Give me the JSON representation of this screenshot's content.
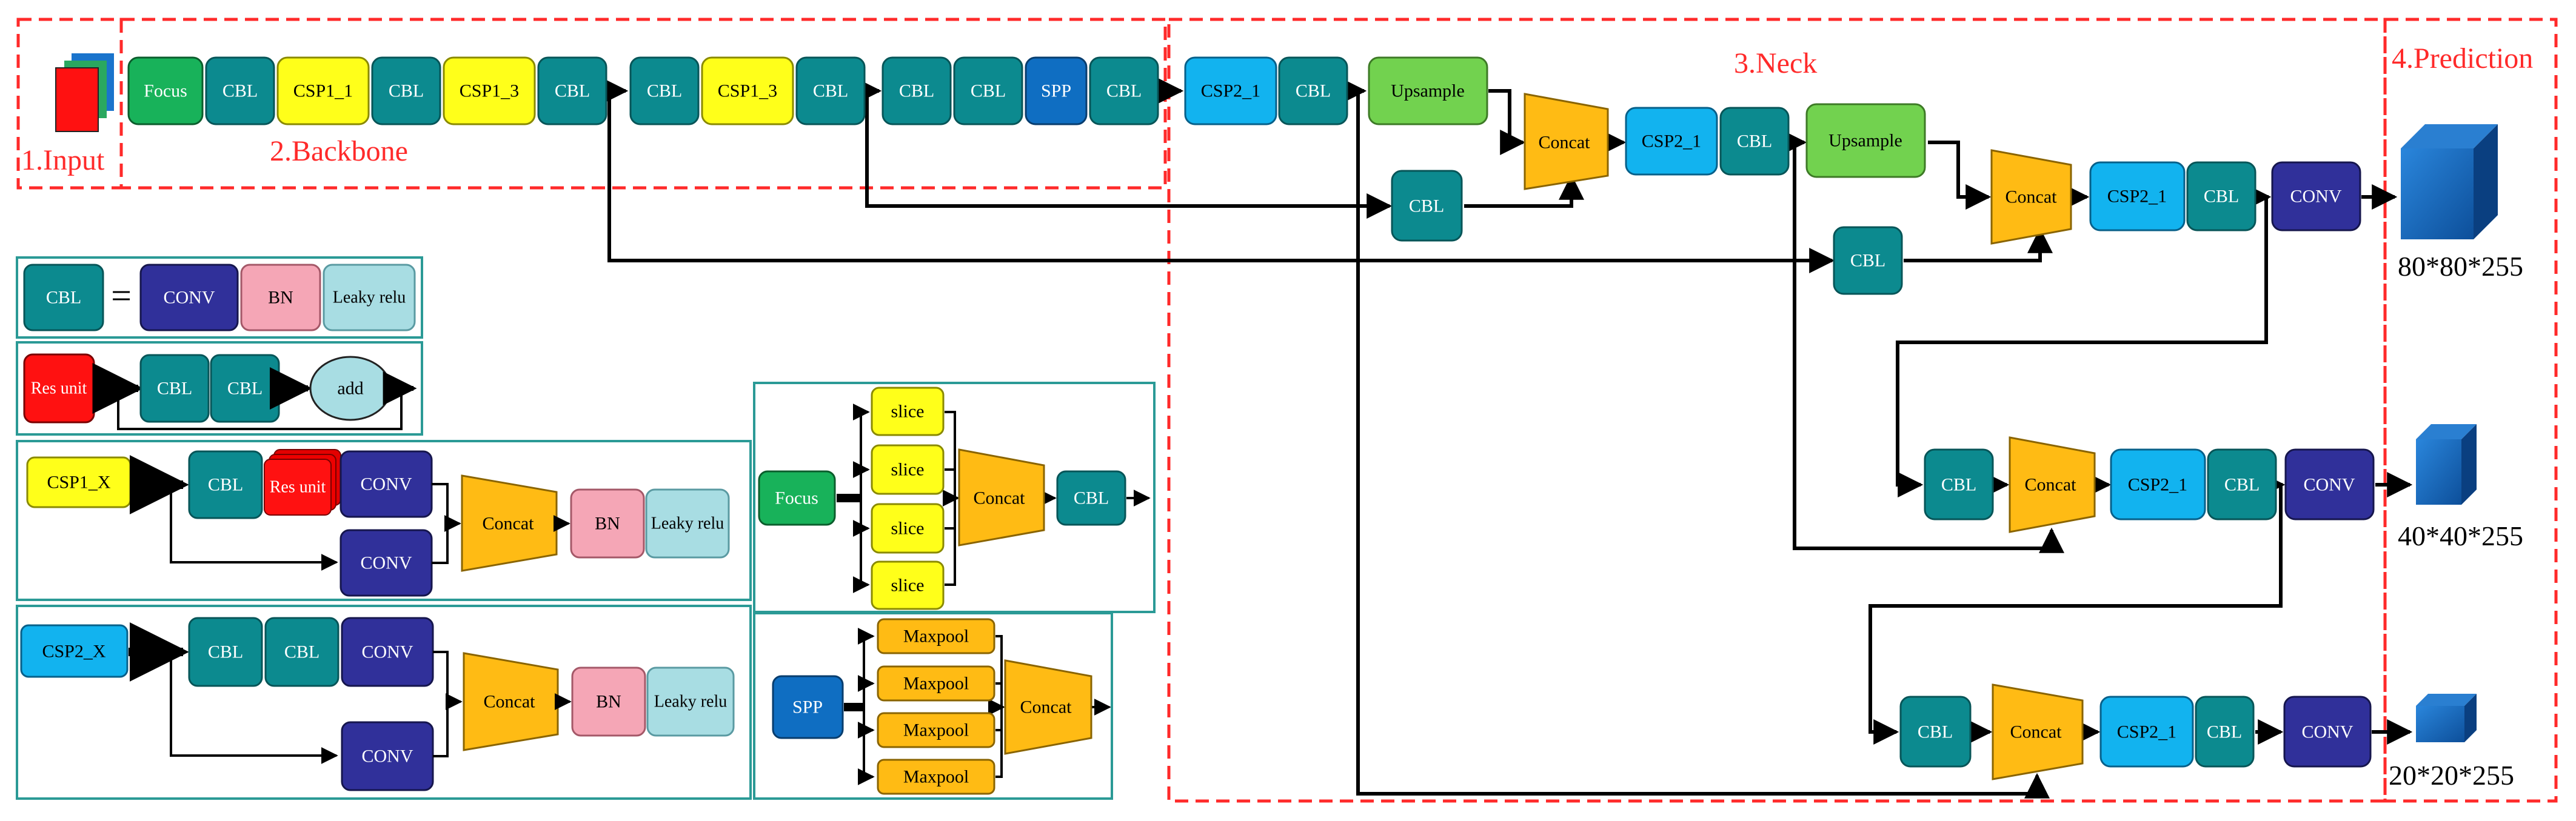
{
  "sections": {
    "input": "1.Input",
    "backbone": "2.Backbone",
    "neck": "3.Neck",
    "prediction": "4.Prediction"
  },
  "blocks": {
    "focus": "Focus",
    "cbl": "CBL",
    "csp1_1": "CSP1_1",
    "csp1_3": "CSP1_3",
    "spp": "SPP",
    "csp2_1": "CSP2_1",
    "upsample": "Upsample",
    "concat": "Concat",
    "conv": "CONV",
    "bn": "BN",
    "leaky": "Leaky relu",
    "res_unit": "Res unit",
    "add": "add",
    "csp1_x": "CSP1_X",
    "csp2_x": "CSP2_X",
    "slice": "slice",
    "maxpool": "Maxpool",
    "equals": "="
  },
  "outputs": [
    "80*80*255",
    "40*40*255",
    "20*20*255"
  ],
  "colors": {
    "section_border": "#ff2a2a",
    "section_text": "#ff2a2a",
    "legend_border": "#2b9a96",
    "cbl": "#0c8a8f",
    "conv": "#30309a",
    "bn": "#f5a6b6",
    "leaky": "#a8dde3",
    "csp1": "#ffff1a",
    "csp2": "#12b3ef",
    "spp": "#0f6ec2",
    "focus": "#18b25a",
    "upsample": "#72d24f",
    "concat": "#ffbb14",
    "res": "#ff1111",
    "maxpool": "#ffbb14",
    "cube": "#1a74cc"
  },
  "icons": [
    "image-stack-icon",
    "feature-cube-icon"
  ]
}
